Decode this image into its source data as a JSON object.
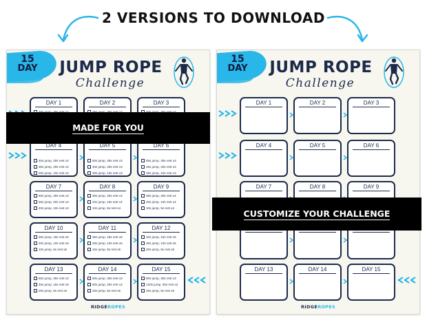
{
  "headline": "2 VERSIONS TO DOWNLOAD",
  "colors": {
    "accent": "#29b6e8",
    "navy": "#1c2a4a",
    "band": "#000000",
    "paper": "#f7f7f0"
  },
  "sheet": {
    "badge_number": "15",
    "badge_word": "DAY",
    "title": "JUMP ROPE",
    "subtitle": "Challenge",
    "logo_left": "RIDGE",
    "logo_right": "ROPES"
  },
  "banner_left": "MADE FOR YOU",
  "banner_right": "CUSTOMIZE YOUR CHALLENGE",
  "days": [
    {
      "label": "DAY 1",
      "tasks": [
        "30s jump, 30s rest x2",
        "",
        ""
      ]
    },
    {
      "label": "DAY 2",
      "tasks": [
        "35s jump, 30s rest x2",
        "",
        ""
      ]
    },
    {
      "label": "DAY 3",
      "tasks": [
        "40s jump, 30s rest x2",
        "",
        ""
      ]
    },
    {
      "label": "DAY 4",
      "tasks": [
        "",
        "45s jump, 30s rest x3",
        "30s jump, 20s rest x3",
        "25s jump, 10s rest x3"
      ]
    },
    {
      "label": "DAY 5",
      "tasks": [
        "",
        "50s jump, 30s rest x3",
        "40s jump, 20s rest x3",
        "30s jump, 10s rest x3"
      ]
    },
    {
      "label": "DAY 6",
      "tasks": [
        "",
        "55s jump, 30s rest x3",
        "45s jump, 20s rest x3",
        "35s jump, 10s rest x3"
      ]
    },
    {
      "label": "DAY 7",
      "tasks": [
        "60s jump, 30s rest x3",
        "50s jump, 20s rest x3",
        "40s jump, 10s rest x3"
      ]
    },
    {
      "label": "DAY 8",
      "tasks": [
        "30s jump, 20s rest x4",
        "20s jump, 15s rest x4",
        "10s jump, 5s rest x4"
      ]
    },
    {
      "label": "DAY 9",
      "tasks": [
        "30s jump, 20s rest x4",
        "20s jump, 10s rest x4",
        "10s jump, 5s rest x4"
      ]
    },
    {
      "label": "DAY 10",
      "tasks": [
        "30s jump, 15s rest x5",
        "20s jump, 10s rest x5",
        "10s jump, 5s rest x5"
      ]
    },
    {
      "label": "DAY 11",
      "tasks": [
        "35s jump, 15s rest x5",
        "25s jump, 10s rest x5",
        "15s jump, 5s rest x5"
      ]
    },
    {
      "label": "DAY 12",
      "tasks": [
        "40s jump, 15s rest x5",
        "30s jump, 10s rest x5",
        "20s jump, 5s rest x5"
      ]
    },
    {
      "label": "DAY 13",
      "tasks": [
        "60s jump, 30s rest x3",
        "45s jump, 15s rest x5",
        "20s jump, 5s rest x6"
      ]
    },
    {
      "label": "DAY 14",
      "tasks": [
        "90s jump, 30s rest x3",
        "60s jump, 20s rest x4",
        "20s jump, 5s rest x5"
      ]
    },
    {
      "label": "DAY 15",
      "tasks": [
        "90s jump, 30s rest x3",
        "120s jump, 30s rest x2",
        "20s jump, 5s rest x5"
      ]
    }
  ]
}
